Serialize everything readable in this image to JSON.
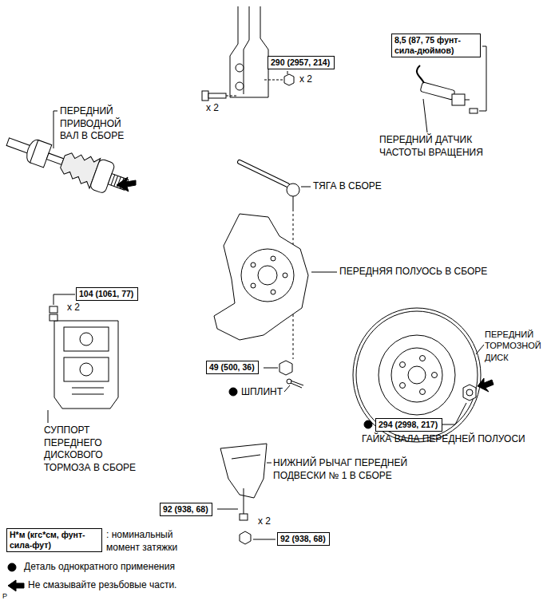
{
  "diagram": {
    "nodes": [
      {
        "text": [
          "8,5 (87, 75 фунт-сила-дюймов)"
        ]
      },
      {
        "text": [
          "290 (2957, 214)"
        ]
      },
      {
        "text": [
          "104 (1061, 77)"
        ]
      },
      {
        "text": [
          "49 (500, 36)"
        ]
      },
      {
        "text": [
          "294 (2998, 217)"
        ]
      },
      {
        "text": [
          "92 (938, 68)"
        ]
      },
      {
        "text": [
          "92 (938, 68)"
        ]
      },
      {
        "text": [
          "Н*м (кгс*см, фунт-сила-фут)"
        ]
      }
    ],
    "labels": [
      "x 2",
      "x 2",
      "ПЕРЕДНИЙ ПРИВОДНОЙ ВАЛ В СБОРЕ",
      "ПЕРЕДНИЙ ДАТЧИК ЧАСТОТЫ ВРАЩЕНИЯ",
      "ТЯГА В СБОРЕ",
      "ПЕРЕДНЯЯ ПОЛУОСЬ В СБОРЕ",
      "x 2",
      "ПЕРЕДНИЙ ТОРМОЗНОЙ ДИСК",
      "ШПЛИНТ",
      "ГАЙКА ВАЛА ПЕРЕДНЕЙ ПОЛУОСИ",
      "СУППОРТ ПЕРЕДНЕГО ДИСКОВОГО ТОРМОЗА В СБОРЕ",
      "НИЖНИЙ РЫЧАГ ПЕРЕДНЕЙ ПОДВЕСКИ № 1 В СБОРЕ",
      "x 2",
      "P"
    ],
    "legend": [
      {
        "text": ": номинальный момент затяжки"
      },
      {
        "text": "Деталь однократного применения"
      },
      {
        "text": "Не смазывайте резьбовые части."
      }
    ]
  }
}
